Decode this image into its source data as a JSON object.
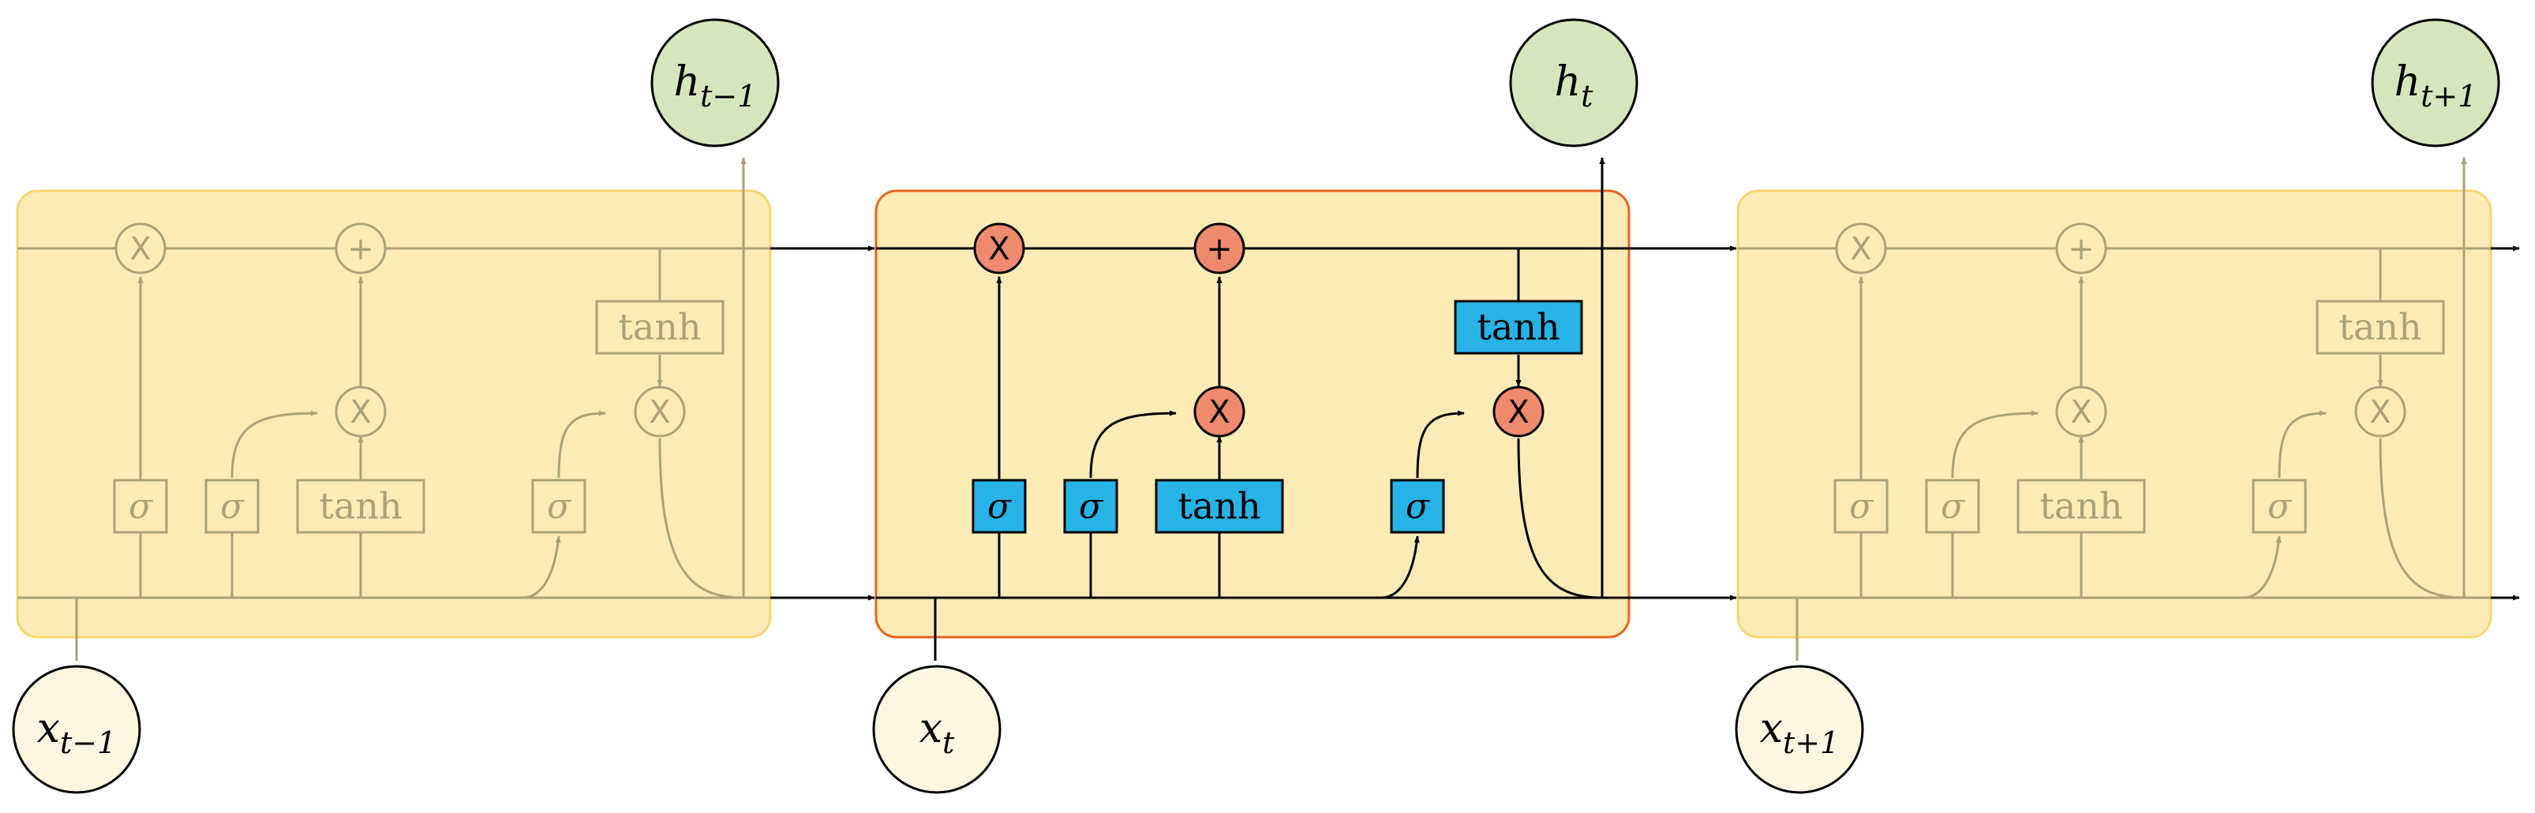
{
  "cells": [
    {
      "id": "prev",
      "faded": true,
      "input": {
        "var": "x",
        "sub": "t−1"
      },
      "output": {
        "var": "h",
        "sub": "t−1"
      }
    },
    {
      "id": "curr",
      "faded": false,
      "input": {
        "var": "x",
        "sub": "t"
      },
      "output": {
        "var": "h",
        "sub": "t"
      }
    },
    {
      "id": "next",
      "faded": true,
      "input": {
        "var": "x",
        "sub": "t+1"
      },
      "output": {
        "var": "h",
        "sub": "t+1"
      }
    }
  ],
  "ops": {
    "multiply": "X",
    "add": "+"
  },
  "layers": {
    "sigmoid": "σ",
    "tanh": "tanh"
  },
  "colors": {
    "cell_fill": "#fcebb6",
    "cell_border_faded": "#f5d76e",
    "cell_border_active": "#e8661c",
    "op_fill": "#f08a6e",
    "layer_fill": "#27b3e6",
    "output_fill": "#d5e6bd",
    "input_fill": "#fdf7e2",
    "faded_line": "#aca27a",
    "line": "#000000"
  }
}
